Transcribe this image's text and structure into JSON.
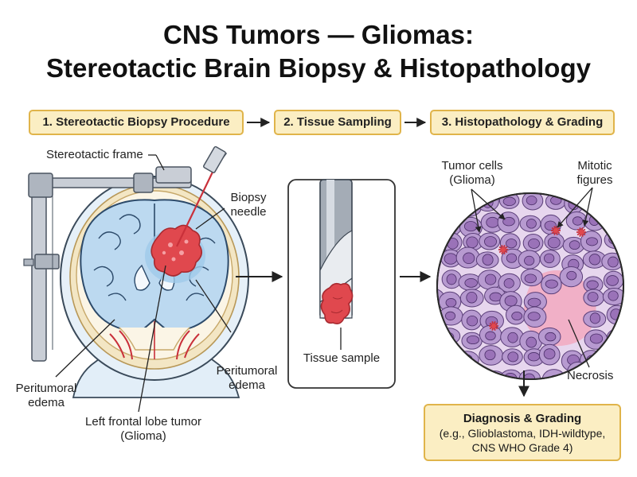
{
  "title": {
    "line1": "CNS Tumors — Gliomas:",
    "line2": "Stereotactic Brain Biopsy & Histopathology"
  },
  "steps": [
    "1. Stereotactic Biopsy Procedure",
    "2. Tissue Sampling",
    "3. Histopathology & Grading"
  ],
  "labels": {
    "frame": "Stereotactic frame",
    "needle": [
      "Biopsy",
      "needle"
    ],
    "edema_right": [
      "Peritumoral",
      "edema"
    ],
    "edema_left": [
      "Peritumoral",
      "edema"
    ],
    "tumor": [
      "Left frontal lobe tumor",
      "(Glioma)"
    ],
    "sample": "Tissue sample",
    "tumor_cells": [
      "Tumor cells",
      "(Glioma)"
    ],
    "mitotic": [
      "Mitotic",
      "figures"
    ],
    "necrosis": "Necrosis"
  },
  "diagnosis": {
    "heading": "Diagnosis & Grading",
    "lines": [
      "(e.g., Glioblastoma, IDH-wildtype,",
      "CNS WHO Grade 4)"
    ]
  },
  "colors": {
    "step_fill": "#fbeec3",
    "step_border": "#e0b44a",
    "brain_blue": "#bcd9f0",
    "tumor_red": "#e0484e",
    "cell_purple": "#9a72b8",
    "necrosis_pink": "#f2a9c0"
  }
}
